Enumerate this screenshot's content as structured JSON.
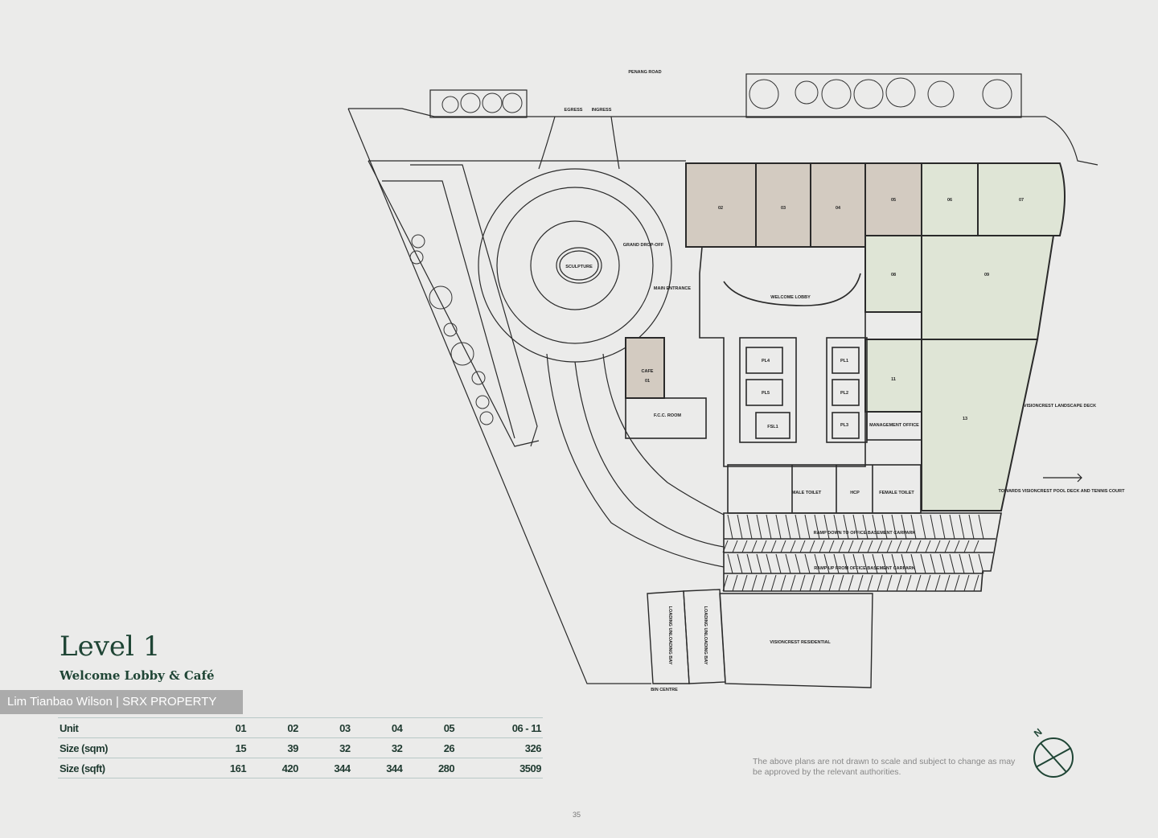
{
  "page": {
    "title": "Level 1",
    "subtitle": "Welcome Lobby & Café",
    "page_number": "35",
    "disclaimer": "The above plans are not drawn to scale and subject to change as may be approved by the relevant authorities.",
    "watermark": "Lim Tianbao Wilson | SRX PROPERTY"
  },
  "table": {
    "headers": [
      "Unit",
      "01",
      "02",
      "03",
      "04",
      "05",
      "06 - 11"
    ],
    "rows": [
      {
        "label": "Size (sqm)",
        "values": [
          "15",
          "39",
          "32",
          "32",
          "26",
          "326"
        ]
      },
      {
        "label": "Size (sqft)",
        "values": [
          "161",
          "420",
          "344",
          "344",
          "280",
          "3509"
        ]
      }
    ]
  },
  "plan": {
    "road": "PENANG ROAD",
    "egress": "EGRESS",
    "ingress": "INGRESS",
    "drop_off": "GRAND DROP-OFF",
    "sculpture": "SCULPTURE",
    "main_entrance": "MAIN ENTRANCE",
    "lobby": "WELCOME LOBBY",
    "cafe": "CAFE",
    "cafe_unit": "01",
    "fcc": "F.C.C. ROOM",
    "lifts": [
      "PL4",
      "PL5",
      "FSL1",
      "PL1",
      "PL2",
      "PL3"
    ],
    "management": "MANAGEMENT OFFICE",
    "male_toilet": "MALE TOILET",
    "hcp": "HCP",
    "female_toilet": "FEMALE TOILET",
    "ramp_down": "RAMP DOWN TO OFFICE BASEMENT CARPARK",
    "ramp_up": "RAMP UP FROM OFFICE BASEMENT CARPARK",
    "residential": "VISIONCREST RESIDENTIAL",
    "loading_bay": "LOADING UNLOADING BAY",
    "bin_centre": "BIN CENTRE",
    "landscape_deck": "VISIONCREST LANDSCAPE DECK",
    "towards": "TOWARDS VISIONCREST POOL DECK AND TENNIS COURT",
    "units": [
      "02",
      "03",
      "04",
      "05",
      "06",
      "07",
      "08",
      "09",
      "11",
      "13"
    ],
    "north": "N",
    "colors": {
      "retail_unit": "#d3cbc1",
      "office_unit": "#dfe5d6",
      "brand": "#1f4535",
      "line": "#2a2a2a"
    }
  }
}
